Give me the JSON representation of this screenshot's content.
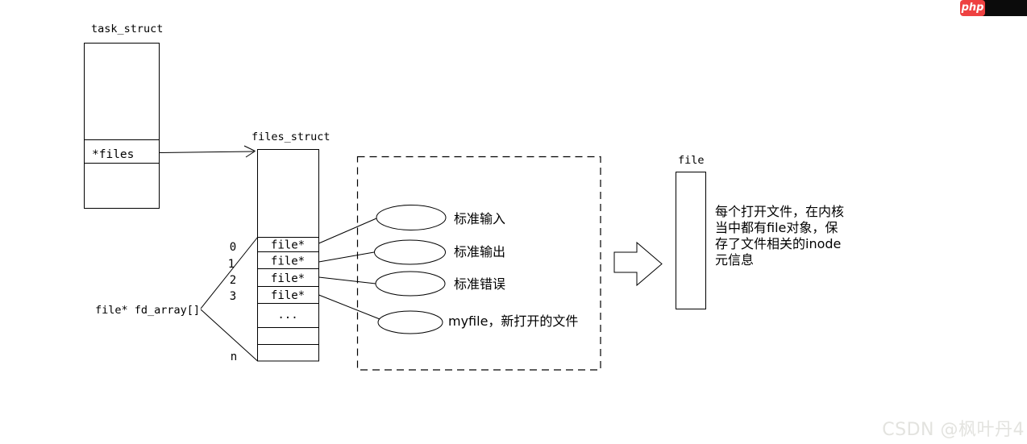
{
  "page": {
    "background": "#ffffff",
    "line_color": "#000000"
  },
  "logo": {
    "php_label": "php",
    "red_color": "#ee4141",
    "black_color": "#0b0b0b"
  },
  "watermark": {
    "text": "CSDN @枫叶丹4",
    "color": "#e3e3df"
  },
  "task_struct": {
    "title": "task_struct",
    "files_field": "*files"
  },
  "files_struct": {
    "title": "files_struct",
    "rows": [
      "file*",
      "file*",
      "file*",
      "file*",
      "...",
      "",
      ""
    ],
    "indices": [
      "0",
      "1",
      "2",
      "3",
      "n"
    ],
    "array_label": "file* fd_array[]"
  },
  "fd_targets": {
    "items": [
      "标准输入",
      "标准输出",
      "标准错误",
      "myfile，新打开的文件"
    ]
  },
  "file_object": {
    "title": "file",
    "description_lines": [
      "每个打开文件，在内核",
      "当中都有file对象，保",
      "存了文件相关的inode",
      "元信息"
    ]
  }
}
